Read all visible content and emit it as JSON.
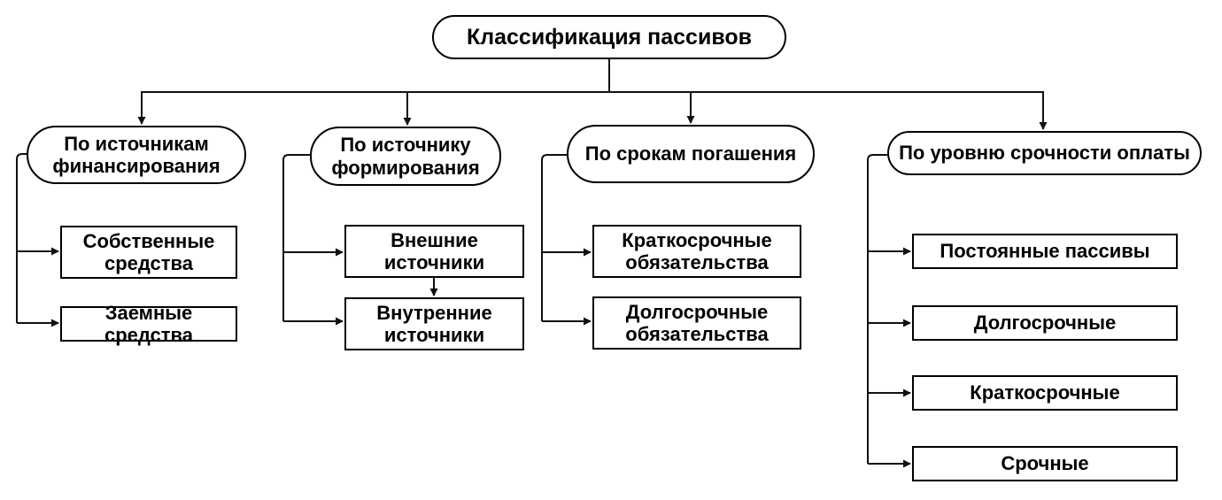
{
  "diagram": {
    "title": "Классификация пассивов",
    "root_label": "Классификация пассивов",
    "branches": [
      {
        "label": "По источникам\nфинансирования",
        "children": [
          "Собственные\nсредства",
          "Заемные средства"
        ]
      },
      {
        "label": "По источнику\nформирования",
        "children": [
          "Внешние\nисточники",
          "Внутренние\nисточники"
        ]
      },
      {
        "label": "По срокам погашения",
        "children": [
          "Краткосрочные\nобязательства",
          "Долгосрочные\nобязательства"
        ]
      },
      {
        "label": "По уровню срочности оплаты",
        "children": [
          "Постоянные пассивы",
          "Долгосрочные",
          "Краткосрочные",
          "Срочные"
        ]
      }
    ],
    "colors": {
      "line": "#111111",
      "border": "#000000",
      "background": "#ffffff",
      "text": "#000000"
    }
  }
}
